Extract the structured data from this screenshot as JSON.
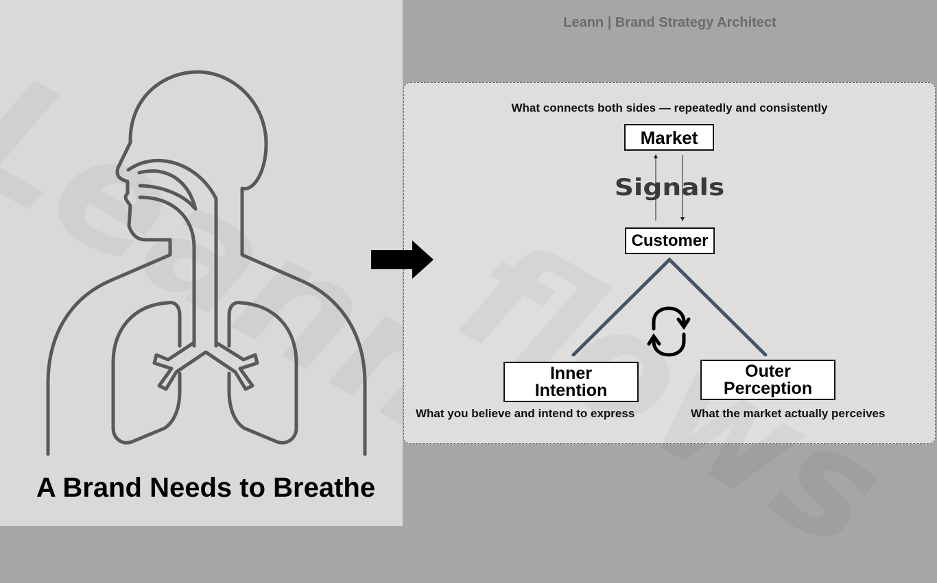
{
  "header": {
    "title": "Leann | Brand Strategy Architect"
  },
  "left": {
    "title": "A Brand Needs to Breathe",
    "illustration": "respiratory-system-icon",
    "watermark": "Leann"
  },
  "arrow": {
    "icon": "right-arrow-icon"
  },
  "diagram": {
    "caption": "What connects both sides — repeatedly and consistently",
    "market_label": "Market",
    "signals_label": "Signals",
    "customer_label": "Customer",
    "cycle_icon": "cycle-arrows-icon",
    "inner": {
      "line1": "Inner",
      "line2": "Intention",
      "caption": "What you believe and intend to express"
    },
    "outer": {
      "line1": "Outer",
      "line2": "Perception",
      "caption": "What the market actually perceives"
    },
    "watermark": "flows",
    "connector_color": "#44546a"
  }
}
